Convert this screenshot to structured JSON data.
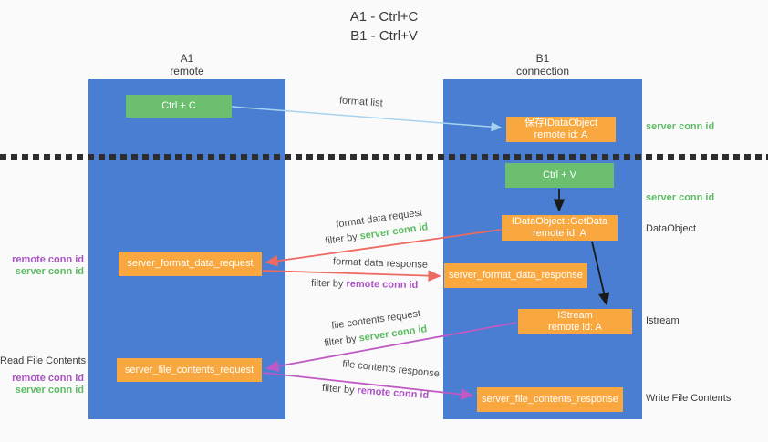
{
  "title": {
    "line1": "A1 - Ctrl+C",
    "line2": "B1 - Ctrl+V"
  },
  "lanes": {
    "a1": {
      "name": "A1",
      "subtitle": "remote"
    },
    "b1": {
      "name": "B1",
      "subtitle": "connection"
    }
  },
  "nodes": {
    "ctrl_c": {
      "label": "Ctrl + C"
    },
    "save_dataobject": {
      "line1": "保存IDataObject",
      "line2": "remote id: A"
    },
    "ctrl_v": {
      "label": "Ctrl + V"
    },
    "getdata": {
      "line1": "IDataObject::GetData",
      "line2": "remote id: A"
    },
    "format_request": {
      "label": "server_format_data_request"
    },
    "format_response": {
      "label": "server_format_data_response"
    },
    "istream": {
      "line1": "IStream",
      "line2": "remote id: A"
    },
    "file_request": {
      "label": "server_file_contents_request"
    },
    "file_response": {
      "label": "server_file_contents_response"
    }
  },
  "edge_labels": {
    "format_list": "format list",
    "format_data_request": "format data request",
    "format_data_response": "format data response",
    "file_contents_request": "file contents request",
    "file_contents_response": "file contents response"
  },
  "labels": {
    "filter_by": "filter by",
    "server_conn_id": "server conn id",
    "remote_conn_id": "remote conn id"
  },
  "annotations": {
    "dataobject": "DataObject",
    "istream": "Istream",
    "read_file_contents": "Read File Contents",
    "write_file_contents": "Write File Contents"
  },
  "colors": {
    "lane_blue": "#4a7ed2",
    "box_orange": "#f8a83e",
    "box_green": "#6cbf6e",
    "arrow_lightblue": "#a6d4ee",
    "arrow_red": "#ed6a60",
    "arrow_magenta": "#c159c5",
    "arrow_black": "#1a1a1a",
    "label_green": "#5dbb63",
    "label_purple": "#ab53c3"
  }
}
